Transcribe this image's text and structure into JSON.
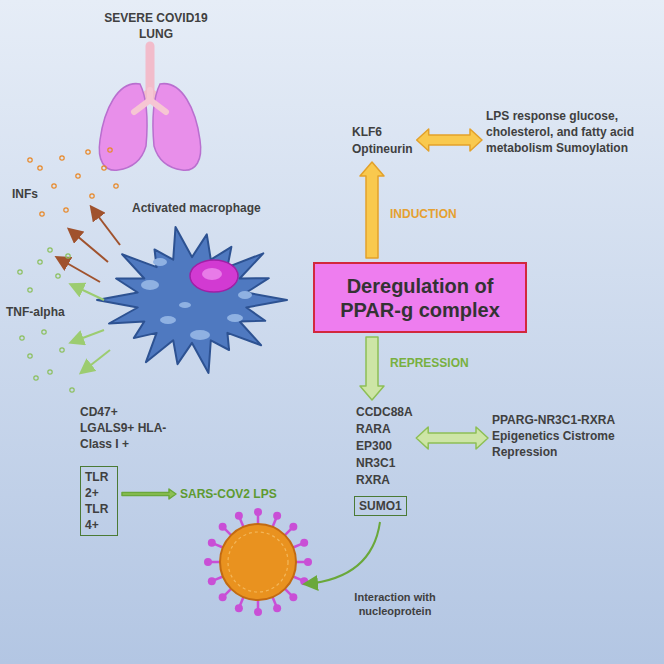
{
  "diagram": {
    "nodes": [
      {
        "text": [
          "KLF6 Optineurin"
        ]
      },
      {
        "text": [
          "LPS response glucose, cholesterol, and fatty acid metabolism Sumoylation"
        ]
      },
      {
        "text": [
          "Deregulation of PPAR-g complex"
        ]
      },
      {
        "text": [
          "CCDC88A RARA EP300 NR3C1 RXRA"
        ]
      },
      {
        "text": [
          "PPARG-NR3C1-RXRA Epigenetics Cistrome Repression"
        ]
      },
      {
        "text": [
          "TLR 2+ TLR 4+"
        ]
      },
      {
        "text": [
          "SARS-COV2 LPS"
        ]
      },
      {
        "text": [
          "SUMO1"
        ]
      }
    ],
    "edges": [
      {
        "from": 2,
        "to": 0,
        "arrow": "to",
        "label": "INDUCTION"
      },
      {
        "from": 0,
        "to": 1,
        "arrow": "both"
      },
      {
        "from": 2,
        "to": 3,
        "arrow": "to",
        "label": "REPRESSION"
      },
      {
        "from": 3,
        "to": 4,
        "arrow": "both"
      },
      {
        "from": 5,
        "to": 6,
        "arrow": "to"
      }
    ],
    "labels": [
      "SEVERE COVID19 LUNG",
      "INFs",
      "Activated macrophage",
      "TNF-alpha",
      "CD47+ LGALS9+ HLA-Class I +",
      "Interaction with nucleoprotein"
    ]
  }
}
